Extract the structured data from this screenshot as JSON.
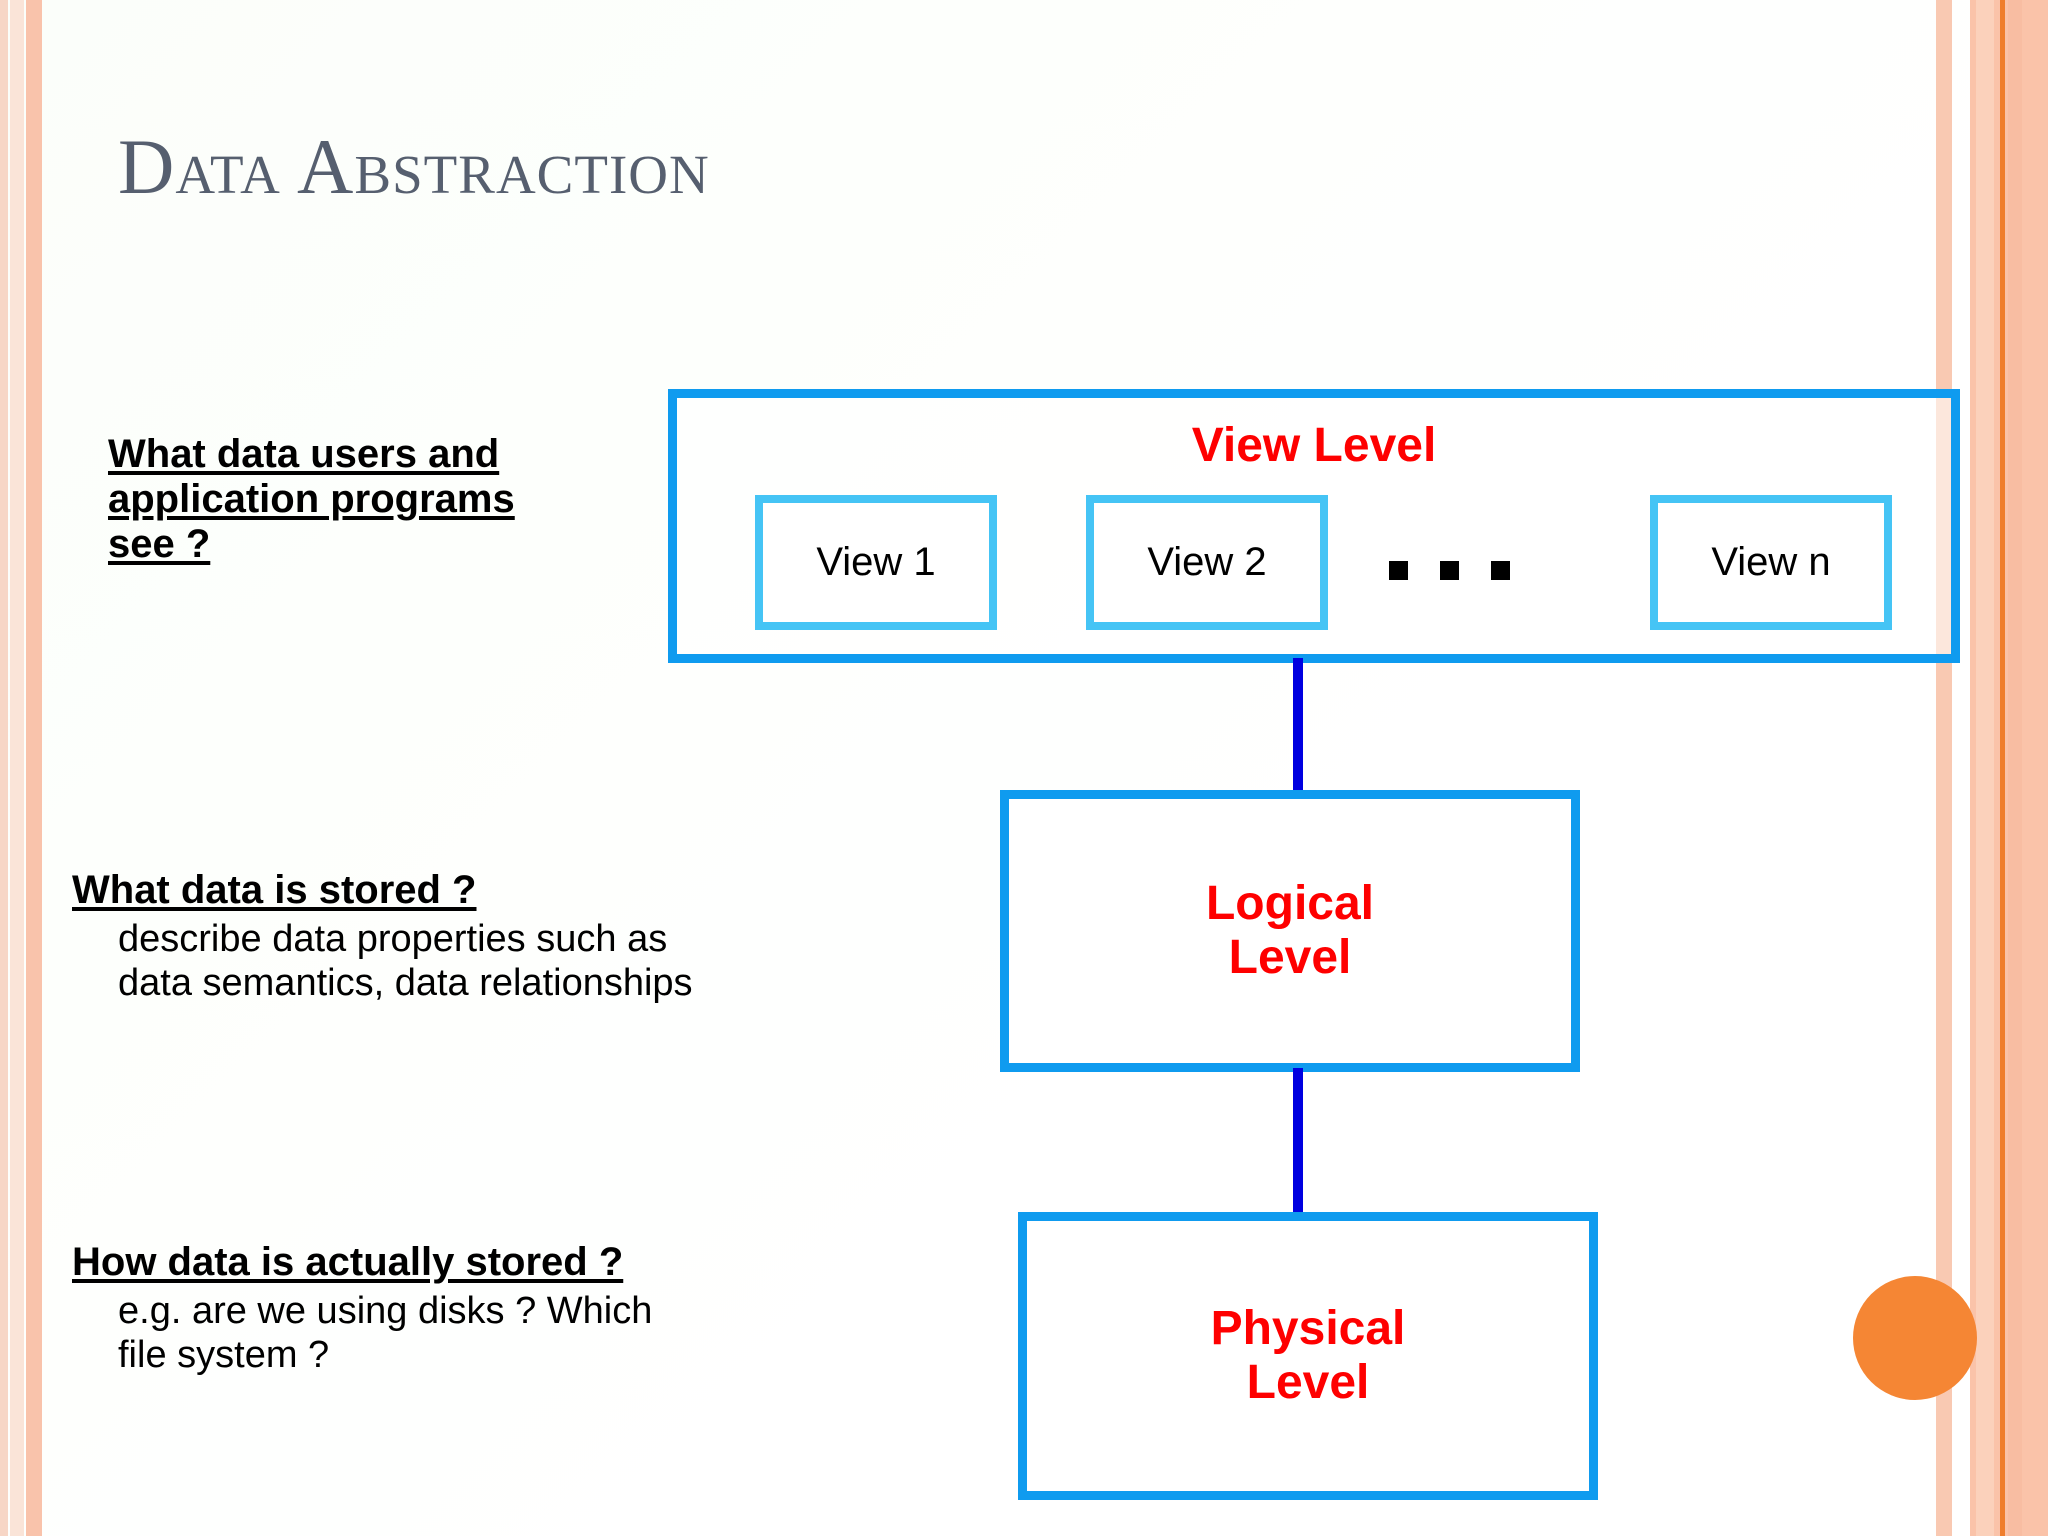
{
  "slide": {
    "title": "Data Abstraction",
    "background_color": "#ffffff",
    "accent_colors": {
      "title_text": "#565f6f",
      "box_border": "#0f9bef",
      "inner_box_border": "#45c4f5",
      "level_label": "#fe0000",
      "connector": "#0000e0",
      "decoration_orange": "#f58634",
      "decoration_salmon": "#fac3a9"
    }
  },
  "text_blocks": [
    {
      "id": "view-question",
      "heading_lines": [
        "What data users and",
        "application programs",
        "see ?"
      ],
      "body_lines": []
    },
    {
      "id": "logical-question",
      "heading_lines": [
        "What data is stored ?"
      ],
      "body_lines": [
        "describe data properties such as",
        "data semantics, data relationships"
      ]
    },
    {
      "id": "physical-question",
      "heading_lines": [
        "How data is actually stored ?"
      ],
      "body_lines": [
        "e.g. are we using disks ? Which",
        "file system ?"
      ]
    }
  ],
  "diagram": {
    "view_level": {
      "label": "View Level",
      "items": [
        "View 1",
        "View 2",
        "View n"
      ],
      "ellipsis": "..."
    },
    "logical_level": {
      "line1": "Logical",
      "line2": "Level"
    },
    "physical_level": {
      "line1": "Physical",
      "line2": "Level"
    }
  }
}
